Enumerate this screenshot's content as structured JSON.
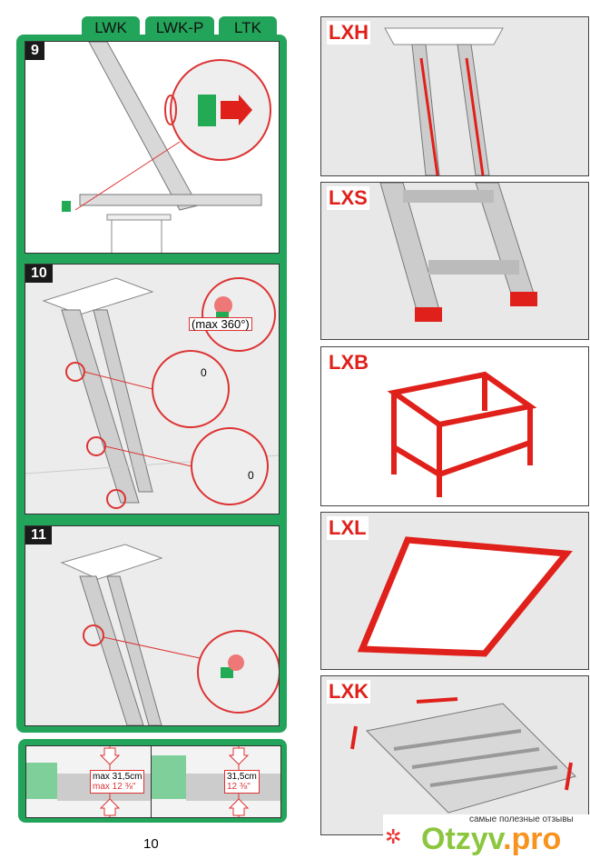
{
  "tabs": [
    "LWK",
    "LWK-P",
    "LTK"
  ],
  "steps": [
    {
      "number": "9"
    },
    {
      "number": "10",
      "annotation": "(max 360°)",
      "gap_a": "0",
      "gap_b": "0"
    },
    {
      "number": "11"
    }
  ],
  "measure": {
    "left_metric": "max 31,5cm",
    "left_imperial": "max 12 ⅜\"",
    "right_metric": "31,5cm",
    "right_imperial": "12 ⅜\""
  },
  "accessories": [
    "LXH",
    "LXS",
    "LXB",
    "LXL",
    "LXK"
  ],
  "page_number": "10",
  "watermark": {
    "tagline": "самые полезные отзывы",
    "brand_main": "Otzyv",
    "brand_tld": ".pro"
  },
  "colors": {
    "green": "#22a55a",
    "red": "#e0201a"
  }
}
